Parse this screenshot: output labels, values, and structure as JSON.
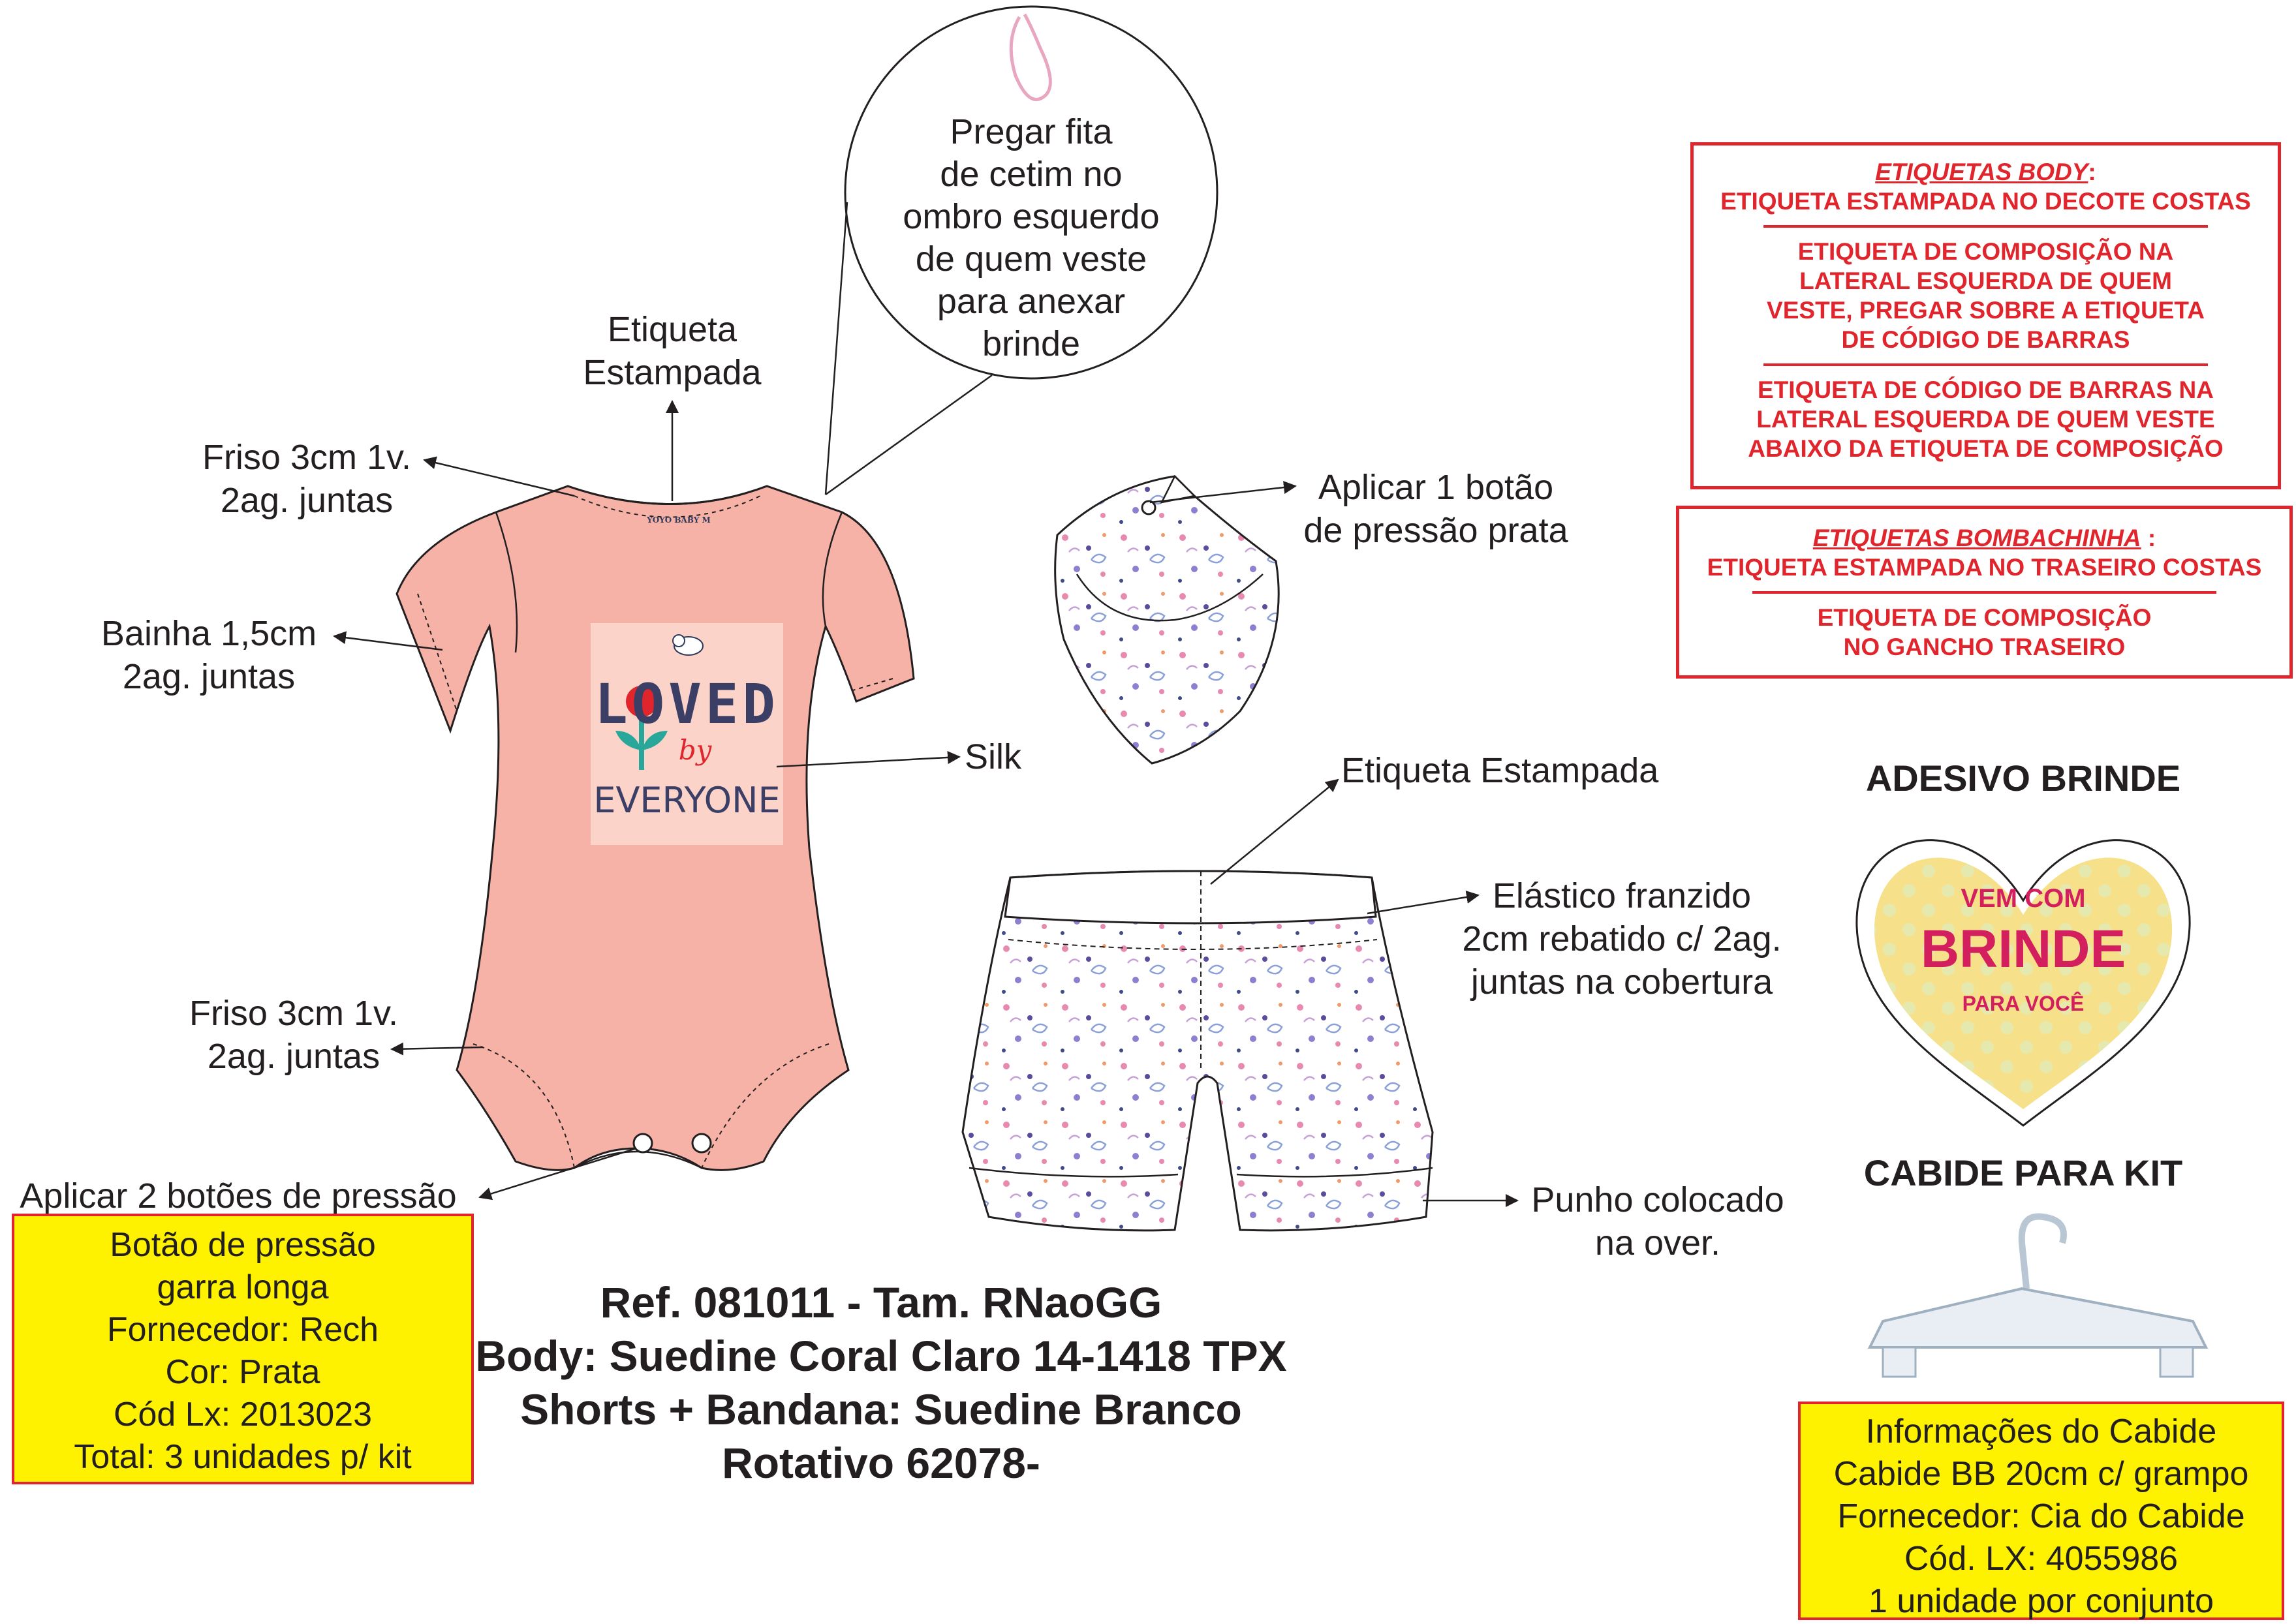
{
  "callouts": {
    "ribbon_note": [
      "Pregar fita",
      "de cetim no",
      "ombro esquerdo",
      "de quem veste",
      "para anexar",
      "brinde"
    ],
    "etiqueta_estampada_body": [
      "Etiqueta",
      "Estampada"
    ],
    "friso_top": [
      "Friso 3cm 1v.",
      "2ag. juntas"
    ],
    "bainha": [
      "Bainha 1,5cm",
      "2ag. juntas"
    ],
    "silk": "Silk",
    "friso_bottom": [
      "Friso 3cm 1v.",
      "2ag. juntas"
    ],
    "aplicar_2_botoes": "Aplicar 2 botões de pressão",
    "aplicar_1_botao": [
      "Aplicar 1 botão",
      "de pressão prata"
    ],
    "etiqueta_estampada_shorts": "Etiqueta Estampada",
    "elastico": [
      "Elástico franzido",
      "2cm rebatido c/ 2ag.",
      "juntas na cobertura"
    ],
    "punho": [
      "Punho colocado",
      "na over."
    ]
  },
  "body_print": {
    "brand": "YOYO BABY M",
    "line1": "LOVED",
    "line2": "by",
    "line3": "EVERYONE"
  },
  "labels_body": {
    "heading": "ETIQUETAS BODY",
    "colon": ":",
    "items": [
      [
        "ETIQUETA ESTAMPADA NO DECOTE COSTAS"
      ],
      [
        "ETIQUETA DE COMPOSIÇÃO NA",
        "LATERAL ESQUERDA DE QUEM",
        "VESTE, PREGAR SOBRE A ETIQUETA",
        "DE CÓDIGO DE BARRAS"
      ],
      [
        "ETIQUETA DE CÓDIGO DE BARRAS NA",
        "LATERAL ESQUERDA DE QUEM VESTE",
        "ABAIXO DA ETIQUETA DE COMPOSIÇÃO"
      ]
    ]
  },
  "labels_bombachinha": {
    "heading": "ETIQUETAS BOMBACHINHA",
    "colon": " :",
    "items": [
      [
        "ETIQUETA ESTAMPADA NO TRASEIRO COSTAS"
      ],
      [
        "ETIQUETA DE COMPOSIÇÃO",
        "NO GANCHO TRASEIRO"
      ]
    ]
  },
  "adesivo": {
    "title": "ADESIVO BRINDE",
    "line1": "VEM COM",
    "line2": "BRINDE",
    "line3": "PARA VOCÊ"
  },
  "cabide_title": "CABIDE PARA KIT",
  "botao_info": [
    "Botão de pressão",
    "garra longa",
    "Fornecedor: Rech",
    "Cor: Prata",
    "Cód Lx: 2013023",
    "Total: 3 unidades p/ kit"
  ],
  "cabide_info": [
    "Informações do Cabide",
    "Cabide BB 20cm c/ grampo",
    "Fornecedor: Cia do Cabide",
    "Cód. LX: 4055986",
    "1 unidade por conjunto"
  ],
  "reference": [
    "Ref. 081011 - Tam. RNaoGG",
    "Body: Suedine Coral Claro 14-1418 TPX",
    "Shorts + Bandana: Suedine Branco Rotativo 62078-"
  ],
  "colors": {
    "coral": "#f6b2a6",
    "red": "#e1252d",
    "yellow": "#fff200",
    "heart": "#f6e08a",
    "navy": "#2f3a5c",
    "brinde_pink": "#d41f5f"
  }
}
